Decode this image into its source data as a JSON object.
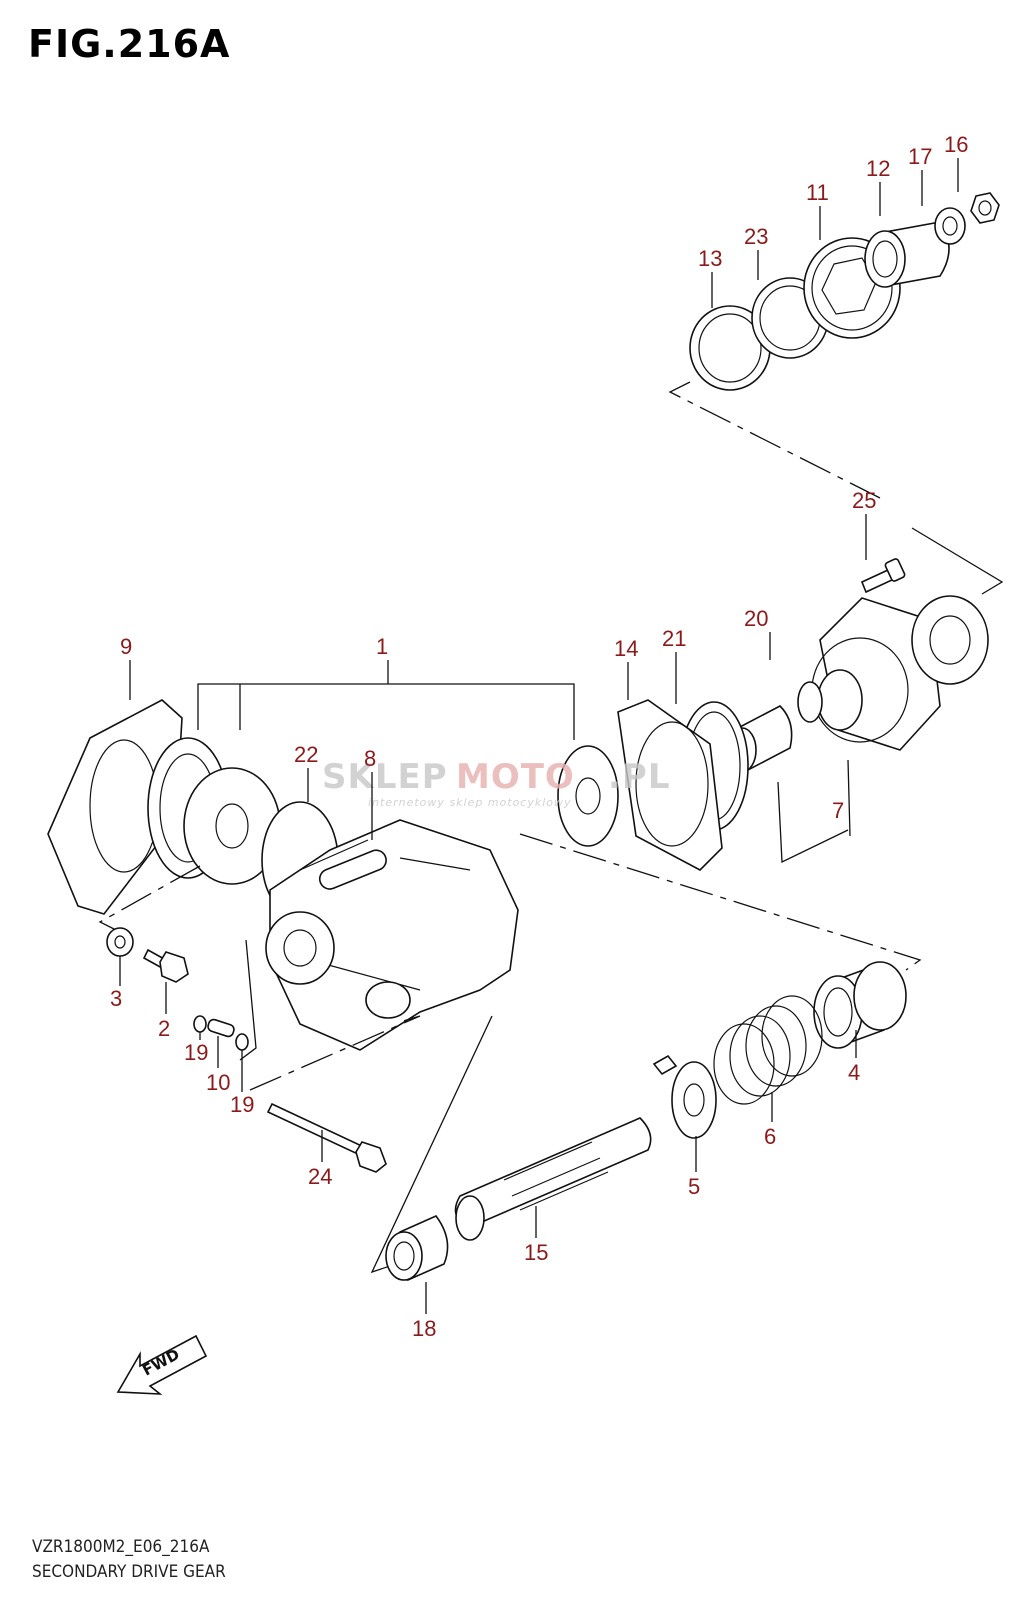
{
  "figure": {
    "title": "FIG.216A"
  },
  "footer": {
    "code": "VZR1800M2_E06_216A",
    "name": "SECONDARY DRIVE GEAR"
  },
  "fwd_label": "FWD",
  "watermark": {
    "brand_a": "SKLEP",
    "brand_b": "MOTO",
    "brand_c": ".PL",
    "tagline": "internetowy sklep motocyklowy"
  },
  "callouts": [
    "1",
    "2",
    "3",
    "4",
    "5",
    "6",
    "7",
    "8",
    "9",
    "10",
    "11",
    "12",
    "13",
    "14",
    "15",
    "16",
    "17",
    "18",
    "19",
    "19",
    "20",
    "21",
    "22",
    "23",
    "24",
    "25"
  ],
  "colors": {
    "callout": "#8b1a1a",
    "line": "#111111",
    "watermark_grey": "#c8c8c8",
    "watermark_red": "#e8b0b0"
  }
}
